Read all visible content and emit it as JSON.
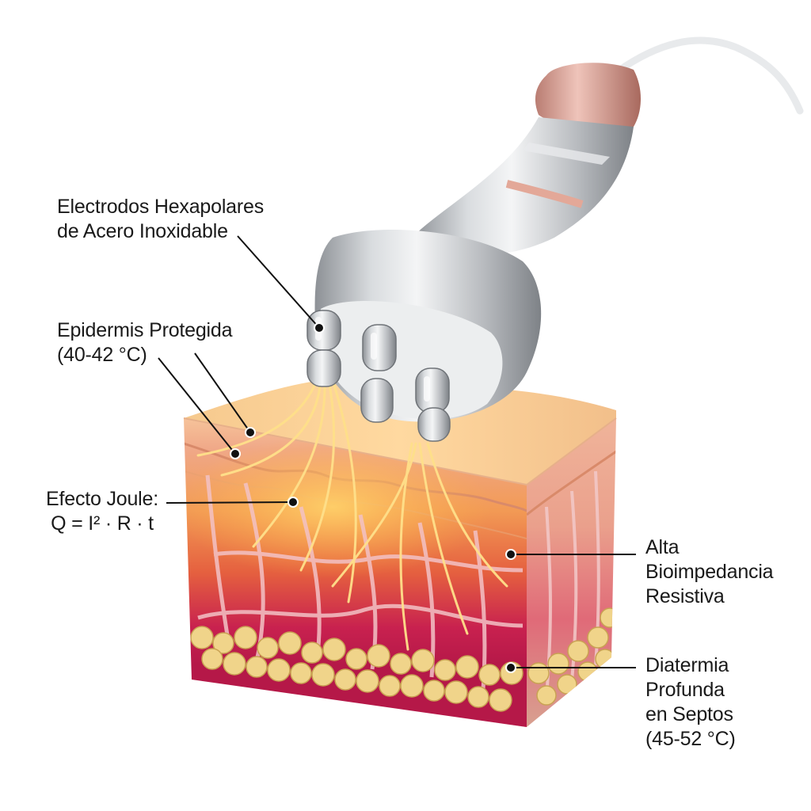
{
  "labels": {
    "electrodes": [
      "Electrodos Hexapolares",
      "de Acero Inoxidable"
    ],
    "epidermis": [
      "Epidermis Protegida",
      "(40-42 °C)"
    ],
    "joule": [
      "Efecto Joule:",
      "Q = I² · R · t"
    ],
    "bioimpedance": [
      "Alta",
      "Bioimpedancia",
      "Resistiva"
    ],
    "diathermy": [
      "Diatermia",
      "Profunda",
      "en Septos",
      "(45-52 °C)"
    ]
  },
  "colors": {
    "leader": "#111111",
    "steel": "#b9bcc0",
    "rose_gold": "#d79f94",
    "epidermis": "#f1c08a",
    "dermis": "#e8836a",
    "hypodermis": "#c8214f",
    "fat": "#f0d48a",
    "current": "#ffe08a"
  },
  "icons": [
    "radiofrequency-handpiece-icon",
    "skin-cross-section-icon"
  ]
}
